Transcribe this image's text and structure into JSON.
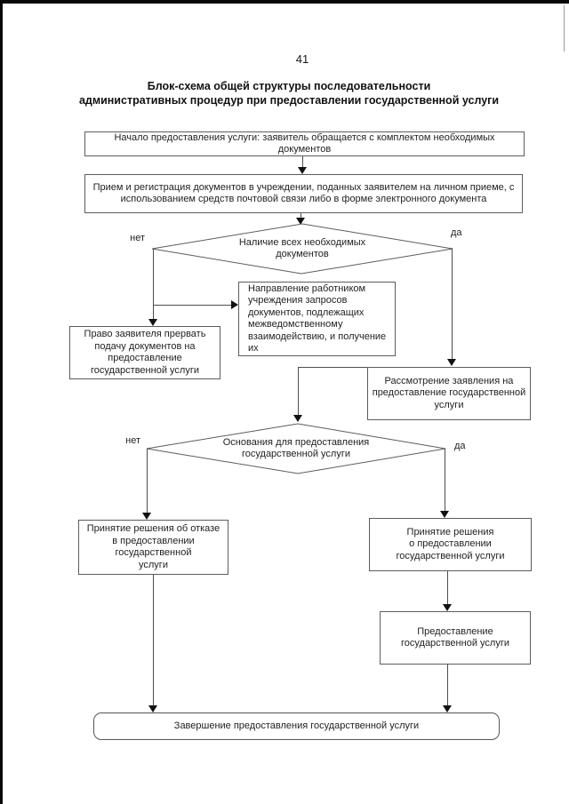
{
  "page": {
    "number": "41",
    "title": "Блок-схема общей структуры последовательности\nадминистративных процедур при предоставлении государственной услуги"
  },
  "flowchart": {
    "nodes": {
      "start": "Начало предоставления услуги: заявитель обращается с комплектом необходимых документов",
      "reception": "Прием и регистрация документов в учреждении, поданных заявителем на личном приеме, с\nиспользованием средств почтовой связи либо в форме электронного документа",
      "has_docs": "Наличие всех необходимых\nдокументов",
      "request": "Направление работником\nучреждения запросов\nдокументов, подлежащих\nмежведомственному\nвзаимодействию, и получение\nих",
      "interrupt": "Право заявителя прервать\nподачу документов на\nпредоставление\nгосударственной услуги",
      "consideration": "Рассмотрение заявления на\nпредоставление государственной\nуслуги",
      "grounds": "Основания для предоставления\nгосударственной услуги",
      "refuse": "Принятие решения об отказе\nв предоставлении\nгосударственной\nуслуги",
      "approve": "Принятие решения\nо предоставлении\nгосударственной услуги",
      "provide": "Предоставление\nгосударственной услуги",
      "finish": "Завершение предоставления государственной услуги"
    },
    "branch_labels": {
      "no1": "нет",
      "yes1": "да",
      "no2": "нет",
      "yes2": "да"
    },
    "colors": {
      "connector_line": "#4d4d4d",
      "node_border": "#5c5c5c",
      "arrowhead": "#121212",
      "page_bar": "#070707"
    }
  }
}
